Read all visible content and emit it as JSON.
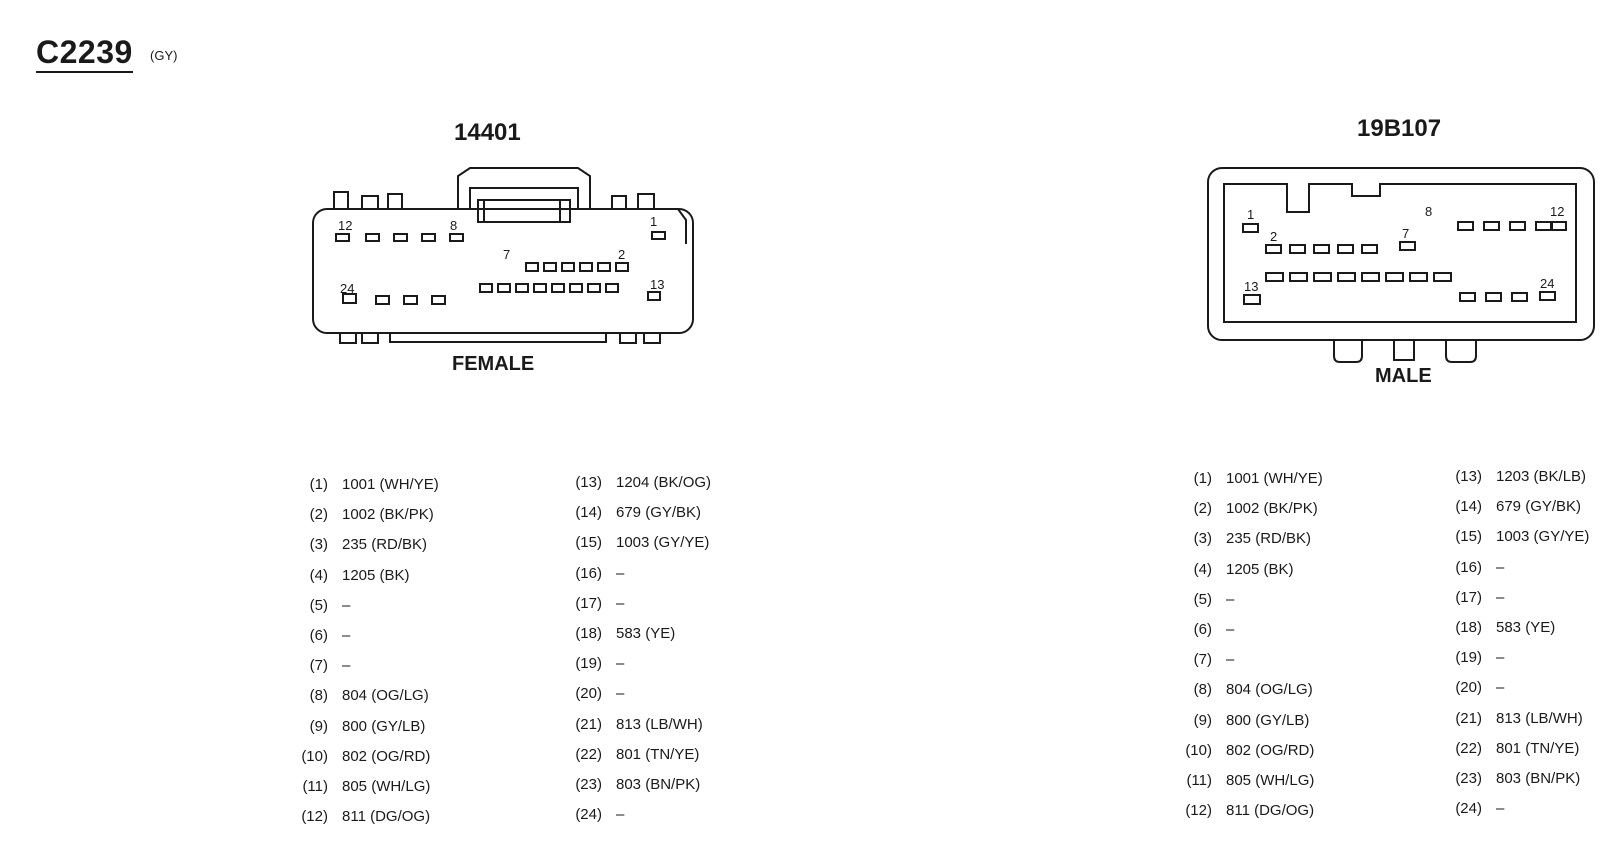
{
  "header": {
    "title": "C2239",
    "subtitle": "(GY)"
  },
  "female": {
    "part_number": "14401",
    "label": "FEMALE",
    "cavity_labels": [
      "1",
      "7",
      "2",
      "8",
      "12",
      "13",
      "24"
    ],
    "pins_left": [
      {
        "num": "(1)",
        "val": "1001 (WH/YE)"
      },
      {
        "num": "(2)",
        "val": "1002 (BK/PK)"
      },
      {
        "num": "(3)",
        "val": "235 (RD/BK)"
      },
      {
        "num": "(4)",
        "val": "1205 (BK)"
      },
      {
        "num": "(5)",
        "val": "–"
      },
      {
        "num": "(6)",
        "val": "–"
      },
      {
        "num": "(7)",
        "val": "–"
      },
      {
        "num": "(8)",
        "val": "804 (OG/LG)"
      },
      {
        "num": "(9)",
        "val": "800 (GY/LB)"
      },
      {
        "num": "(10)",
        "val": "802 (OG/RD)"
      },
      {
        "num": "(11)",
        "val": "805 (WH/LG)"
      },
      {
        "num": "(12)",
        "val": "811 (DG/OG)"
      }
    ],
    "pins_right": [
      {
        "num": "(13)",
        "val": "1204 (BK/OG)"
      },
      {
        "num": "(14)",
        "val": "679 (GY/BK)"
      },
      {
        "num": "(15)",
        "val": "1003 (GY/YE)"
      },
      {
        "num": "(16)",
        "val": "–"
      },
      {
        "num": "(17)",
        "val": "–"
      },
      {
        "num": "(18)",
        "val": "583 (YE)"
      },
      {
        "num": "(19)",
        "val": "–"
      },
      {
        "num": "(20)",
        "val": "–"
      },
      {
        "num": "(21)",
        "val": "813 (LB/WH)"
      },
      {
        "num": "(22)",
        "val": "801 (TN/YE)"
      },
      {
        "num": "(23)",
        "val": "803 (BN/PK)"
      },
      {
        "num": "(24)",
        "val": "–"
      }
    ]
  },
  "male": {
    "part_number": "19B107",
    "label": "MALE",
    "cavity_labels": [
      "1",
      "2",
      "7",
      "8",
      "12",
      "13",
      "24"
    ],
    "pins_left": [
      {
        "num": "(1)",
        "val": "1001 (WH/YE)"
      },
      {
        "num": "(2)",
        "val": "1002 (BK/PK)"
      },
      {
        "num": "(3)",
        "val": "235 (RD/BK)"
      },
      {
        "num": "(4)",
        "val": "1205 (BK)"
      },
      {
        "num": "(5)",
        "val": "–"
      },
      {
        "num": "(6)",
        "val": "–"
      },
      {
        "num": "(7)",
        "val": "–"
      },
      {
        "num": "(8)",
        "val": "804 (OG/LG)"
      },
      {
        "num": "(9)",
        "val": "800 (GY/LB)"
      },
      {
        "num": "(10)",
        "val": "802 (OG/RD)"
      },
      {
        "num": "(11)",
        "val": "805 (WH/LG)"
      },
      {
        "num": "(12)",
        "val": "811 (DG/OG)"
      }
    ],
    "pins_right": [
      {
        "num": "(13)",
        "val": "1203 (BK/LB)"
      },
      {
        "num": "(14)",
        "val": "679 (GY/BK)"
      },
      {
        "num": "(15)",
        "val": "1003 (GY/YE)"
      },
      {
        "num": "(16)",
        "val": "–"
      },
      {
        "num": "(17)",
        "val": "–"
      },
      {
        "num": "(18)",
        "val": "583 (YE)"
      },
      {
        "num": "(19)",
        "val": "–"
      },
      {
        "num": "(20)",
        "val": "–"
      },
      {
        "num": "(21)",
        "val": "813 (LB/WH)"
      },
      {
        "num": "(22)",
        "val": "801 (TN/YE)"
      },
      {
        "num": "(23)",
        "val": "803 (BN/PK)"
      },
      {
        "num": "(24)",
        "val": "–"
      }
    ]
  },
  "colors": {
    "ink": "#1a1a1a",
    "background": "#ffffff"
  }
}
